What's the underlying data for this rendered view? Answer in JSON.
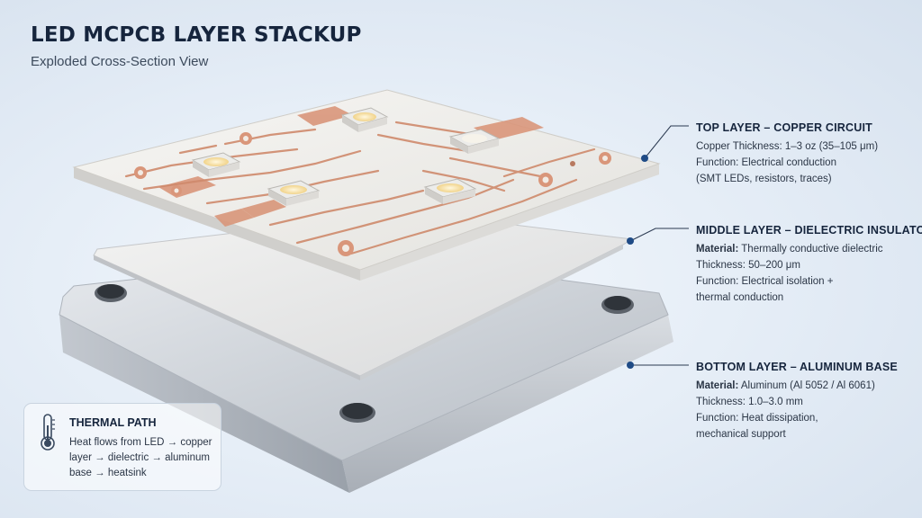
{
  "header": {
    "title": "LED MCPCB LAYER STACKUP",
    "subtitle": "Exploded Cross-Section View"
  },
  "layers": {
    "top": {
      "heading": "TOP LAYER – COPPER CIRCUIT",
      "line1": "Copper Thickness: 1–3 oz (35–105 μm)",
      "line2": "Function: Electrical conduction",
      "line3": "(SMT LEDs, resistors, traces)"
    },
    "middle": {
      "heading": "MIDDLE LAYER – DIELECTRIC INSULATOR",
      "material_key": "Material:",
      "material_value": " Thermally conductive dielectric",
      "line2": "Thickness: 50–200 μm",
      "line3": "Function: Electrical isolation +",
      "line4": "thermal conduction"
    },
    "bottom": {
      "heading": "BOTTOM LAYER – ALUMINUM BASE",
      "material_key": "Material:",
      "material_value": " Aluminum (Al 5052 / Al 6061)",
      "line2": "Thickness: 1.0–3.0 mm",
      "line3": "Function: Heat dissipation,",
      "line4": "mechanical support"
    }
  },
  "thermal": {
    "heading": "THERMAL PATH",
    "body": "Heat flows from LED → copper layer → dielectric → aluminum base → heatsink",
    "icon": "thermometer-icon"
  },
  "colors": {
    "accent": "#1f4b86",
    "copper": "#d9967a",
    "aluminum": "#c4c9d0",
    "board": "#f2f2f0"
  }
}
